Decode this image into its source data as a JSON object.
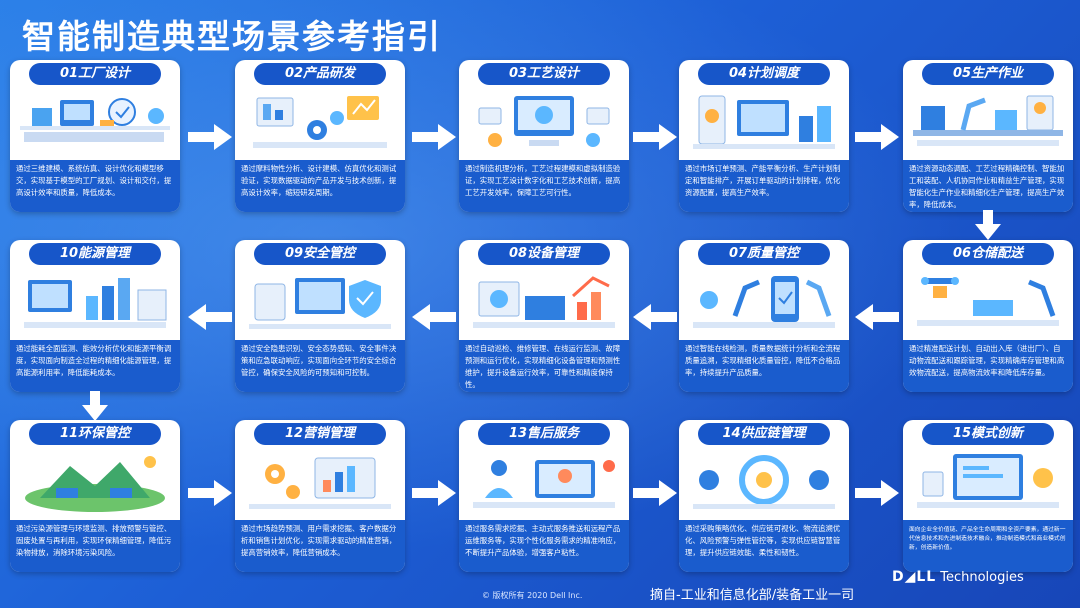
{
  "title": "智能制造典型场景参考指引",
  "cards": [
    {
      "title": "01工厂设计",
      "desc": "通过三维建模、系统仿真、设计优化和模型移交，实现基于模型的工厂规划、设计和交付，提高设计效率和质量，降低成本。"
    },
    {
      "title": "02产品研发",
      "desc": "通过摩料物性分析、设计建模、仿真优化和测试验证，实现数据驱动的产品开发与技术创新，提高设计效率，缩短研发周期。"
    },
    {
      "title": "03工艺设计",
      "desc": "通过制造机理分析，工艺过程建模和虚拟制造验证，实现工艺设计数字化和工艺技术创新，提高工艺开发效率，保障工艺可行性。"
    },
    {
      "title": "04计划调度",
      "desc": "通过市场订单预测、产能平衡分析、生产计划制定和智能排产，开展订单驱动的计划排程，优化资源配置，提高生产效率。"
    },
    {
      "title": "05生产作业",
      "desc": "通过资源动态调配、工艺过程精确控制、智能加工和装配、人机协同作业和精益生产管理，实现智能化生产作业和精细化生产管理，提高生产效率，降低成本。"
    },
    {
      "title": "06仓储配送",
      "desc": "通过精准配送计划、自动出入库（进出厂）、自动物流配送和跟踪管理，实现精确库存管理和高效物流配送，提高物流效率和降低库存量。"
    },
    {
      "title": "07质量管控",
      "desc": "通过智能在线检测，质量数据统计分析和全流程质量追溯，实现精细化质量管控，降低不合格品率，持续提升产品质量。"
    },
    {
      "title": "08设备管理",
      "desc": "通过自动巡检、维修管理、在线运行监测、故障预测和运行优化，实现精细化设备管理和预测性维护，提升设备运行效率，可靠性和精度保持性。"
    },
    {
      "title": "09安全管控",
      "desc": "通过安全隐患识别、安全态势感知、安全事件决策和应急联动响应，实现面向全环节的安全综合管控，确保安全风险的可预知和可控制。"
    },
    {
      "title": "10能源管理",
      "desc": "通过能耗全面监测、能效分析优化和能源平衡调度，实现面向制造全过程的精细化能源管理，提高能源利用率，降低能耗成本。"
    },
    {
      "title": "11环保管控",
      "desc": "通过污染源管理与环境监测、排放预警与管控、固废处置与再利用，实现环保精细管理，降低污染物排放，消除环境污染风险。"
    },
    {
      "title": "12营销管理",
      "desc": "通过市场趋势预测、用户需求挖掘、客户数据分析和销售计划优化，实现需求驱动的精准营销，提高营销效率，降低营销成本。"
    },
    {
      "title": "13售后服务",
      "desc": "通过服务需求挖掘、主动式服务推送和远程产品运维服务等，实现个性化服务需求的精准响应，不断提升产品体验，增强客户粘性。"
    },
    {
      "title": "14供应链管理",
      "desc": "通过采购策略优化、供应链可视化、物流追溯优化、风险预警与弹性管控等，实现供应链智慧管理，提升供应链效能、柔性和韧性。"
    },
    {
      "title": "15模式创新",
      "desc": "面向企业全价值链、产品全生命周期和全资产要素，通过新一代信息技术和先进制造技术融合，推动制造模式和商业模式创新，创造新价值。"
    }
  ],
  "footer": {
    "source": "摘自-工业和信息化部/装备工业一司",
    "copyright": "© 版权所有 2020 Dell Inc.",
    "logo_mark": "D◢LL",
    "logo_text": "Technologies"
  },
  "colors": {
    "card_header": "#1756c9",
    "card_desc_bg": "#1a5ccd",
    "background": "#1d5fd6",
    "arrow": "#ffffff"
  }
}
